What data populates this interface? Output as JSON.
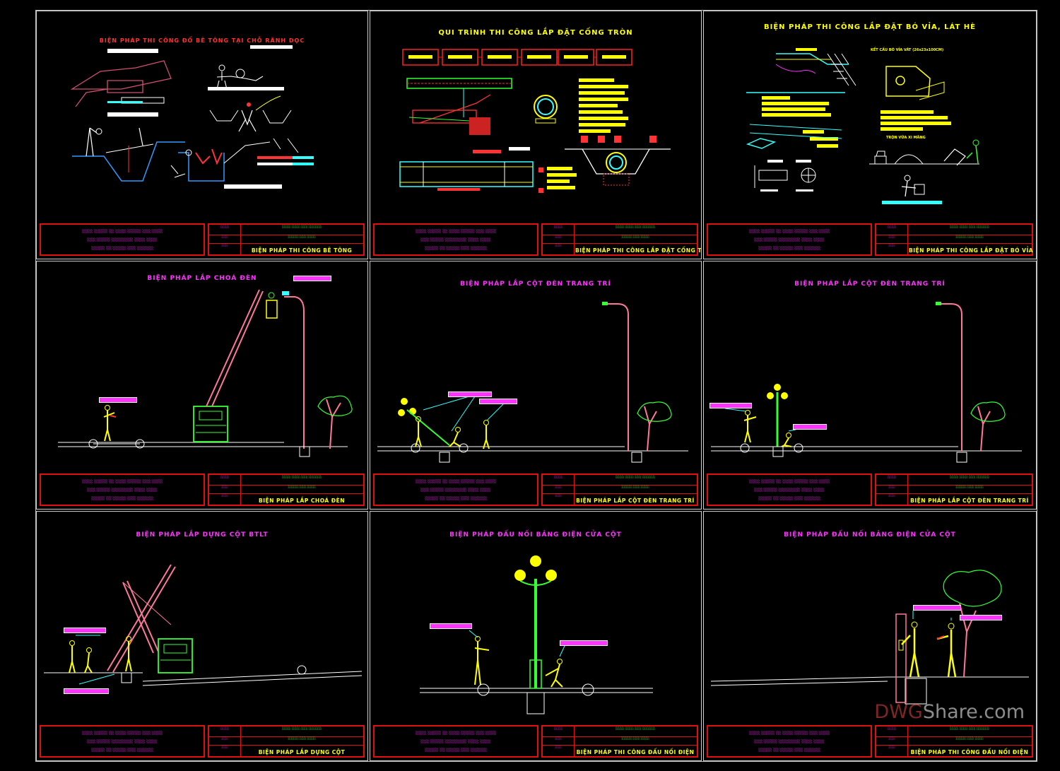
{
  "colors": {
    "background": "#000000",
    "frame_red": "#e01010",
    "magenta": "#ff33ff",
    "yellow": "#ffff00",
    "cyan": "#33ffff",
    "green": "#33ff33"
  },
  "watermark": {
    "dwg": "DWG",
    "share": "Share.com"
  },
  "panels": [
    {
      "title": "BIỆN PHÁP THI CÔNG ĐỔ BÊ TÔNG TẠI CHỖ RÃNH DỌC",
      "title_color": "#ff3333",
      "titleblock_name": "BIỆN PHÁP THI CÔNG BÊ TÔNG"
    },
    {
      "title": "QUI TRÌNH THI CÔNG LẮP ĐẶT CỐNG TRÒN",
      "title_color": "#ffff00",
      "titleblock_name": "BIỆN PHÁP THI CÔNG LẮP ĐẶT CỐNG TRÒN"
    },
    {
      "title": "BIỆN PHÁP THI CÔNG LẮP ĐẶT BÓ VỈA, LÁT HÈ",
      "title_color": "#ffff00",
      "titleblock_name": "BIỆN PHÁP THI CÔNG LẮP ĐẶT BÓ VỈA"
    },
    {
      "title": "BIỆN PHÁP LẮP CHOÁ ĐÈN",
      "title_color": "#ff33ff",
      "titleblock_name": "BIỆN PHÁP LẮP CHOÁ ĐÈN"
    },
    {
      "title": "BIỆN PHÁP LẮP CỘT ĐÈN TRANG TRÍ",
      "title_color": "#ff33ff",
      "titleblock_name": "BIỆN PHÁP LẮP CỘT ĐÈN TRANG TRÍ"
    },
    {
      "title": "BIỆN PHÁP LẮP CỘT ĐÈN TRANG TRÍ",
      "title_color": "#ff33ff",
      "titleblock_name": "BIỆN PHÁP LẮP CỘT ĐÈN TRANG TRÍ"
    },
    {
      "title": "BIỆN PHÁP LẮP DỰNG CỘT BTLT",
      "title_color": "#ff33ff",
      "titleblock_name": "BIỆN PHÁP LẮP DỰNG CỘT"
    },
    {
      "title": "BIỆN PHÁP ĐẤU NỐI BẢNG ĐIỆN CỬA CỘT",
      "title_color": "#ff33ff",
      "titleblock_name": "BIỆN PHÁP THI CÔNG ĐẤU NỐI ĐIỆN"
    },
    {
      "title": "BIỆN PHÁP ĐẤU NỐI BẢNG ĐIỆN CỬA CỘT",
      "title_color": "#ff33ff",
      "titleblock_name": "BIỆN PHÁP THI CÔNG ĐẤU NỐI ĐIỆN"
    }
  ],
  "cong_tron": {
    "step_count": 6
  },
  "bo_via": {
    "subtitle": "KẾT CẤU BÓ VỈA VÁT (26x23x100CM)",
    "mixer_caption": "TRỘN VỮA XI MĂNG"
  }
}
